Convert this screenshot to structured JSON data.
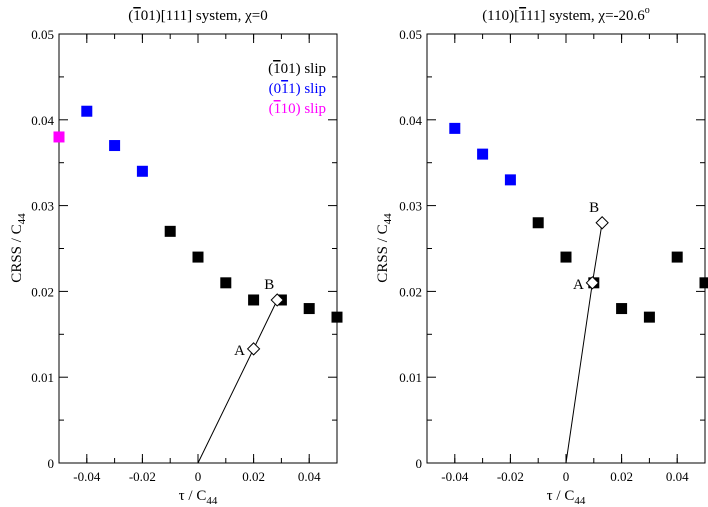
{
  "chart_data": [
    {
      "type": "scatter",
      "title": "(̅1̅ 01)[111] system, χ=0",
      "title_parts": {
        "pre": "(",
        "bar": "1",
        "post": "01)[111] system, χ=0"
      },
      "xlabel": "τ / C44",
      "xlabel_parts": {
        "main": "τ / C",
        "sub": "44"
      },
      "ylabel": "CRSS / C44",
      "ylabel_parts": {
        "main": "CRSS / C",
        "sub": "44"
      },
      "xlim": [
        -0.05,
        0.05
      ],
      "ylim": [
        0,
        0.05
      ],
      "xticks": [
        "-0.04",
        "-0.02",
        "0",
        "0.02",
        "0.04"
      ],
      "xtick_values": [
        -0.04,
        -0.02,
        0,
        0.02,
        0.04
      ],
      "yticks": [
        "0",
        "0.01",
        "0.02",
        "0.03",
        "0.04",
        "0.05"
      ],
      "ytick_values": [
        0,
        0.01,
        0.02,
        0.03,
        0.04,
        0.05
      ],
      "legend_position": "top-right",
      "series": [
        {
          "name": "(̅1 01) slip",
          "name_parts": {
            "pre": "(",
            "bar1": "1",
            "mid": "01",
            "post": ") slip"
          },
          "color": "#000000",
          "marker": "filled-square",
          "points": [
            [
              -0.01,
              0.027
            ],
            [
              0.0,
              0.024
            ],
            [
              0.01,
              0.021
            ],
            [
              0.02,
              0.019
            ],
            [
              0.03,
              0.019
            ],
            [
              0.04,
              0.018
            ],
            [
              0.05,
              0.017
            ]
          ]
        },
        {
          "name": "(01̅1) slip",
          "name_parts": {
            "pre": "(0",
            "bar1": "1",
            "mid": "",
            "bar2": "1",
            "post": ") slip"
          },
          "color": "#0000ff",
          "marker": "filled-square",
          "points": [
            [
              -0.04,
              0.041
            ],
            [
              -0.03,
              0.037
            ],
            [
              -0.02,
              0.034
            ]
          ]
        },
        {
          "name": "(̅1 10) slip",
          "name_parts": {
            "pre": "(",
            "bar1": "1",
            "mid": "10",
            "post": ") slip"
          },
          "color": "#ff00ff",
          "marker": "filled-square",
          "points": [
            [
              -0.05,
              0.038
            ]
          ]
        }
      ],
      "load_path": {
        "color": "#000000",
        "points": [
          [
            0.0,
            0.0
          ],
          [
            0.02,
            0.0133
          ],
          [
            0.0285,
            0.019
          ]
        ]
      },
      "annotations": [
        {
          "label": "A",
          "x": 0.02,
          "y": 0.0133,
          "marker": "open-diamond",
          "label_side": "left"
        },
        {
          "label": "B",
          "x": 0.0285,
          "y": 0.019,
          "marker": "open-diamond",
          "label_side": "above-left"
        }
      ]
    },
    {
      "type": "scatter",
      "title": "(110)[̅1 11] system, χ=-20.6°",
      "title_parts": {
        "pre": "(110)[",
        "bar": "1",
        "post": "11] system, χ=-20.6",
        "sup": "o"
      },
      "xlabel": "τ / C44",
      "xlabel_parts": {
        "main": "τ / C",
        "sub": "44"
      },
      "ylabel": "CRSS / C44",
      "ylabel_parts": {
        "main": "CRSS / C",
        "sub": "44"
      },
      "xlim": [
        -0.05,
        0.05
      ],
      "ylim": [
        0,
        0.05
      ],
      "xticks": [
        "-0.04",
        "-0.02",
        "0",
        "0.02",
        "0.04"
      ],
      "xtick_values": [
        -0.04,
        -0.02,
        0,
        0.02,
        0.04
      ],
      "yticks": [
        "0",
        "0.01",
        "0.02",
        "0.03",
        "0.04",
        "0.05"
      ],
      "ytick_values": [
        0,
        0.01,
        0.02,
        0.03,
        0.04,
        0.05
      ],
      "series": [
        {
          "color": "#000000",
          "marker": "filled-square",
          "points": [
            [
              -0.01,
              0.028
            ],
            [
              0.0,
              0.024
            ],
            [
              0.01,
              0.021
            ],
            [
              0.02,
              0.018
            ],
            [
              0.03,
              0.017
            ],
            [
              0.04,
              0.024
            ],
            [
              0.05,
              0.021
            ]
          ]
        },
        {
          "color": "#0000ff",
          "marker": "filled-square",
          "points": [
            [
              -0.04,
              0.039
            ],
            [
              -0.03,
              0.036
            ],
            [
              -0.02,
              0.033
            ]
          ]
        }
      ],
      "load_path": {
        "color": "#000000",
        "points": [
          [
            0.0,
            0.0
          ],
          [
            0.0095,
            0.021
          ],
          [
            0.013,
            0.028
          ]
        ]
      },
      "annotations": [
        {
          "label": "A",
          "x": 0.0095,
          "y": 0.021,
          "marker": "open-diamond",
          "label_side": "left"
        },
        {
          "label": "B",
          "x": 0.013,
          "y": 0.028,
          "marker": "open-diamond",
          "label_side": "above-left"
        }
      ]
    }
  ]
}
